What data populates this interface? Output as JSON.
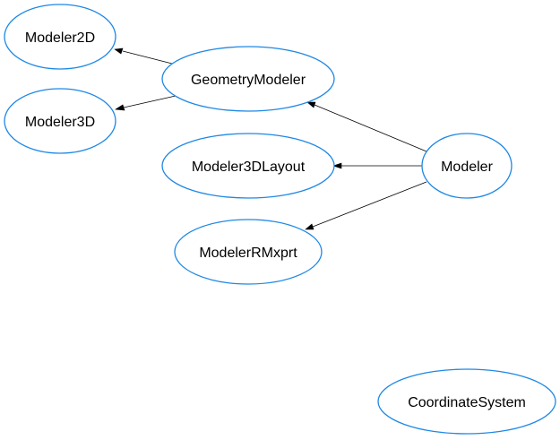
{
  "colors": {
    "node_border": "#1E88E5",
    "edge": "#000000",
    "background": "#FFFFFF"
  },
  "nodes": [
    {
      "id": "modeler2d",
      "label": "Modeler2D"
    },
    {
      "id": "modeler3d",
      "label": "Modeler3D"
    },
    {
      "id": "geometrymodeler",
      "label": "GeometryModeler"
    },
    {
      "id": "modeler3dlayout",
      "label": "Modeler3DLayout"
    },
    {
      "id": "modelerrmxprt",
      "label": "ModelerRMxprt"
    },
    {
      "id": "modeler",
      "label": "Modeler"
    },
    {
      "id": "coordinatesystem",
      "label": "CoordinateSystem"
    }
  ],
  "edges": [
    {
      "from": "geometrymodeler",
      "to": "modeler2d"
    },
    {
      "from": "geometrymodeler",
      "to": "modeler3d"
    },
    {
      "from": "modeler",
      "to": "geometrymodeler"
    },
    {
      "from": "modeler",
      "to": "modeler3dlayout"
    },
    {
      "from": "modeler",
      "to": "modelerrmxprt"
    }
  ]
}
